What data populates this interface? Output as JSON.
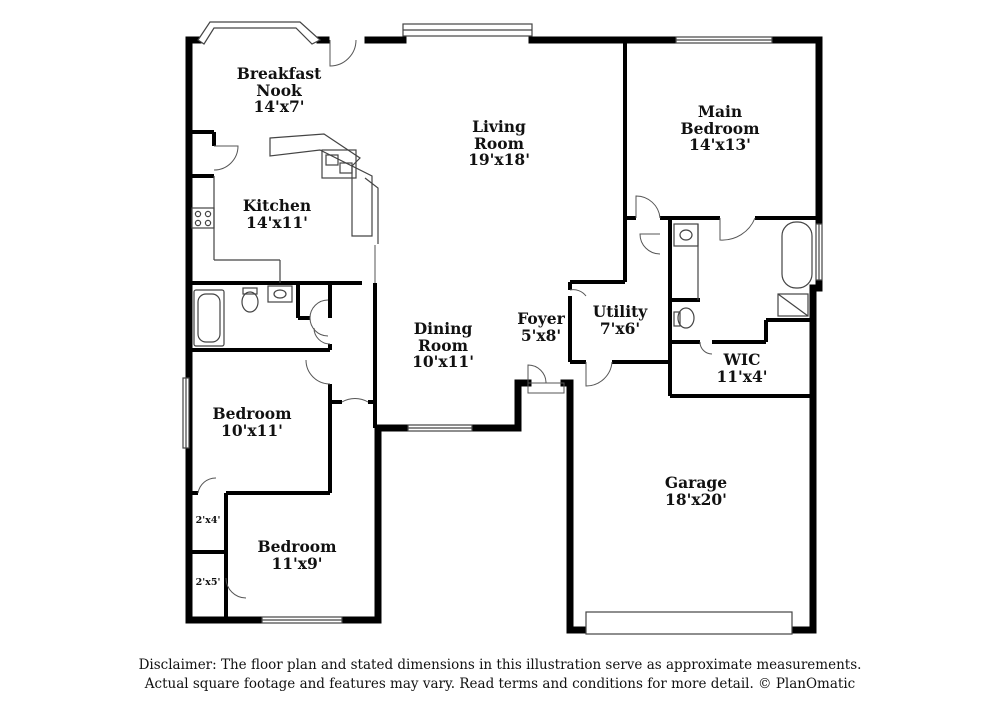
{
  "rooms": {
    "breakfast_nook": {
      "name_line1": "Breakfast",
      "name_line2": "Nook",
      "size": "14'x7'"
    },
    "living_room": {
      "name_line1": "Living",
      "name_line2": "Room",
      "size": "19'x18'"
    },
    "main_bedroom": {
      "name_line1": "Main",
      "name_line2": "Bedroom",
      "size": "14'x13'"
    },
    "kitchen": {
      "name": "Kitchen",
      "size": "14'x11'"
    },
    "dining_room": {
      "name_line1": "Dining",
      "name_line2": "Room",
      "size": "10'x11'"
    },
    "foyer": {
      "name": "Foyer",
      "size": "5'x8'"
    },
    "utility": {
      "name": "Utility",
      "size": "7'x6'"
    },
    "wic": {
      "name": "WIC",
      "size": "11'x4'"
    },
    "bedroom_1": {
      "name": "Bedroom",
      "size": "10'x11'"
    },
    "bedroom_2": {
      "name": "Bedroom",
      "size": "11'x9'"
    },
    "garage": {
      "name": "Garage",
      "size": "18'x20'"
    },
    "closet_1": {
      "size": "2'x4'"
    },
    "closet_2": {
      "size": "2'x5'"
    }
  },
  "disclaimer": {
    "line1": "Disclaimer: The floor plan and stated dimensions in this illustration serve as approximate measurements.",
    "line2": "Actual square footage and features may vary. Read terms and conditions for more detail. © PlanOmatic"
  }
}
